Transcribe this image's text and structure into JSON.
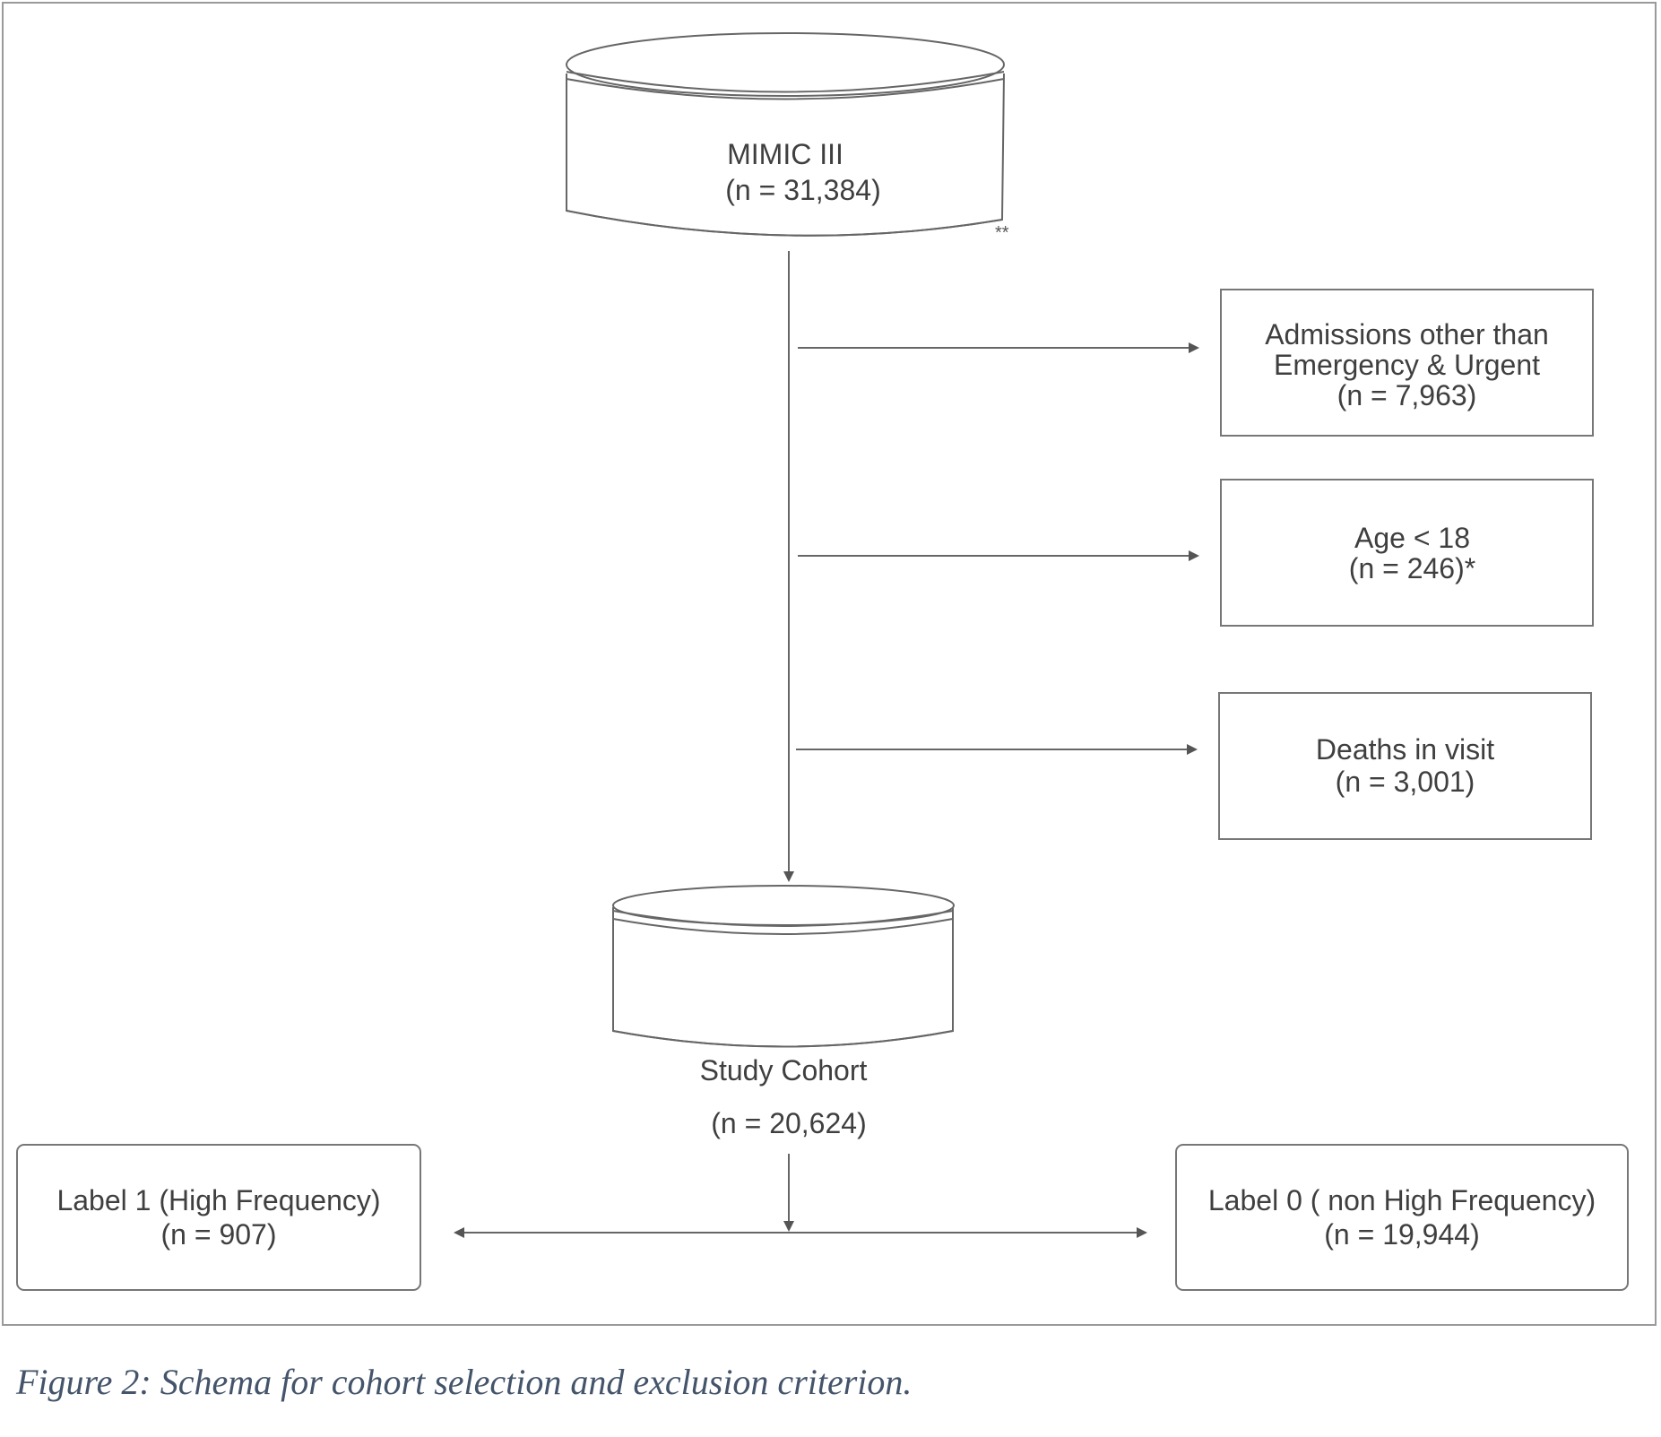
{
  "nodes": {
    "source": {
      "title": "MIMIC III",
      "count": "(n = 31,384)",
      "marker": "**"
    },
    "exclusion_admissions": {
      "line1": "Admissions other than",
      "line2": "Emergency &  Urgent",
      "count": "(n = 7,963)"
    },
    "exclusion_age": {
      "line1": "Age < 18",
      "count": "(n = 246)*"
    },
    "exclusion_deaths": {
      "line1": "Deaths in visit",
      "count": "(n = 3,001)"
    },
    "cohort": {
      "title": "Study Cohort",
      "count": "(n = 20,624)"
    },
    "label1": {
      "line1": "Label 1 (High Frequency)",
      "count": "(n = 907)"
    },
    "label0": {
      "line1": "Label 0 ( non High Frequency)",
      "count": "(n = 19,944)"
    }
  },
  "caption": "Figure 2: Schema for cohort selection and exclusion criterion.",
  "colors": {
    "stroke": "#666666",
    "text": "#3f3f3f",
    "caption": "#44546a",
    "frame": "#9a9a9a"
  }
}
